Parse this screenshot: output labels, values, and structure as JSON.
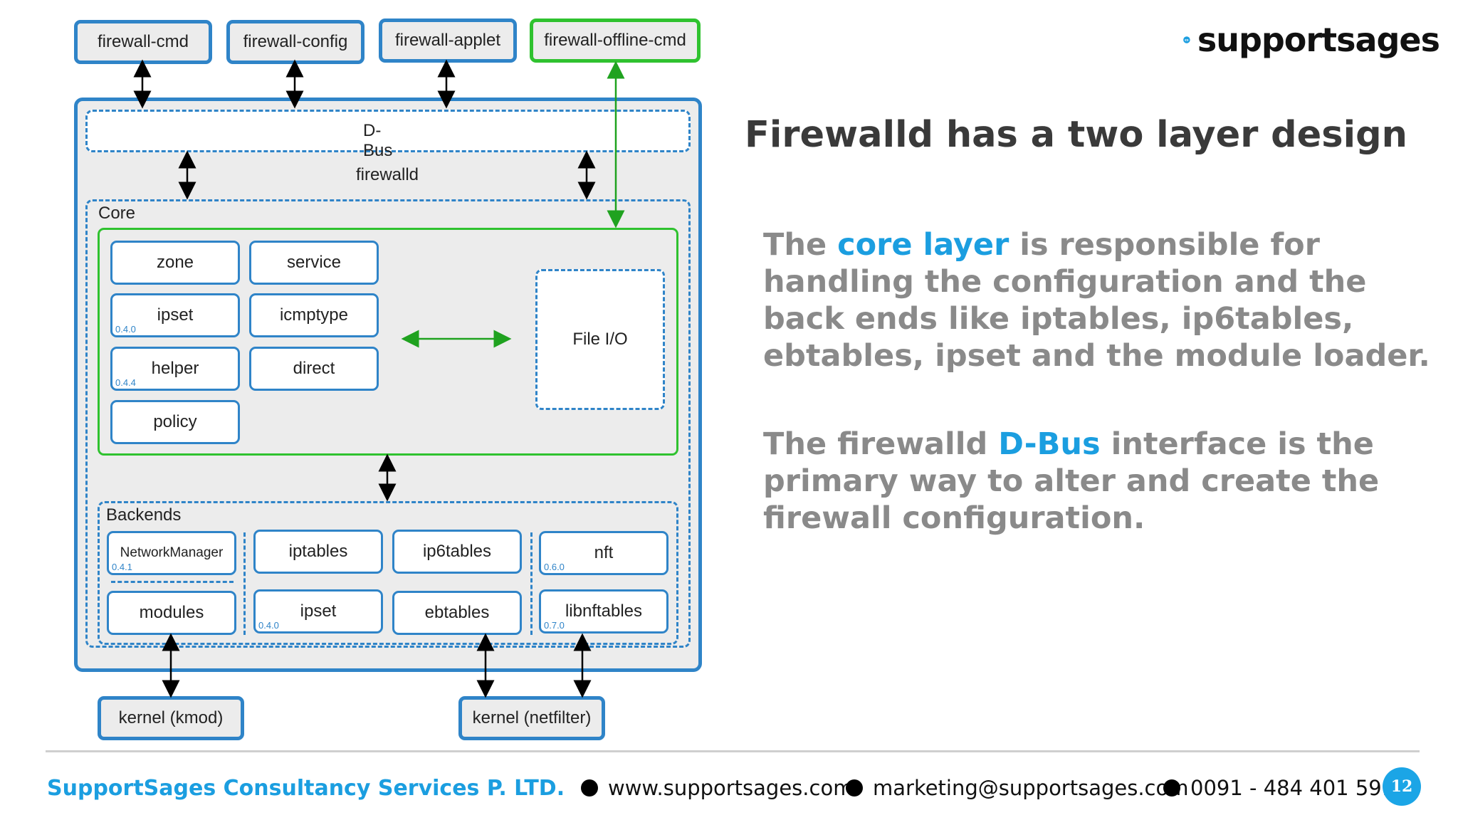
{
  "diagram": {
    "clients": [
      "firewall-cmd",
      "firewall-config",
      "firewall-applet",
      "firewall-offline-cmd"
    ],
    "dbus": "D-Bus",
    "firewalld": "firewalld",
    "core_label": "Core",
    "core_items": [
      {
        "label": "zone",
        "version": ""
      },
      {
        "label": "service",
        "version": ""
      },
      {
        "label": "ipset",
        "version": "0.4.0"
      },
      {
        "label": "icmptype",
        "version": ""
      },
      {
        "label": "helper",
        "version": "0.4.4"
      },
      {
        "label": "direct",
        "version": ""
      },
      {
        "label": "policy",
        "version": ""
      }
    ],
    "fileio": "File I/O",
    "backends_label": "Backends",
    "backend_items": [
      {
        "label": "NetworkManager",
        "version": "0.4.1"
      },
      {
        "label": "iptables",
        "version": ""
      },
      {
        "label": "ip6tables",
        "version": ""
      },
      {
        "label": "nft",
        "version": "0.6.0"
      },
      {
        "label": "modules",
        "version": ""
      },
      {
        "label": "ipset",
        "version": "0.4.0"
      },
      {
        "label": "ebtables",
        "version": ""
      },
      {
        "label": "libnftables",
        "version": "0.7.0"
      }
    ],
    "kernels": [
      "kernel (kmod)",
      "kernel (netfilter)"
    ]
  },
  "logo": {
    "text": "supportsages"
  },
  "heading": "Firewalld has a two layer design",
  "paragraph1": {
    "pre": "The ",
    "highlight": "core layer",
    "post": " is responsible for handling the configuration and the back ends like iptables, ip6tables, ebtables, ipset and the module loader."
  },
  "paragraph2": {
    "pre": "The firewalld ",
    "highlight": "D-Bus",
    "post": " interface is the primary way to alter and create the firewall configuration."
  },
  "footer": {
    "company": "SupportSages Consultancy Services P. LTD.",
    "website": "www.supportsages.com",
    "email": "marketing@supportsages.com",
    "phone": "0091 - 484 401 5918",
    "page_number": "12"
  },
  "colors": {
    "accent": "#1b9ee0",
    "diagram_blue": "#2f84c8",
    "diagram_green": "#2fc22f"
  }
}
